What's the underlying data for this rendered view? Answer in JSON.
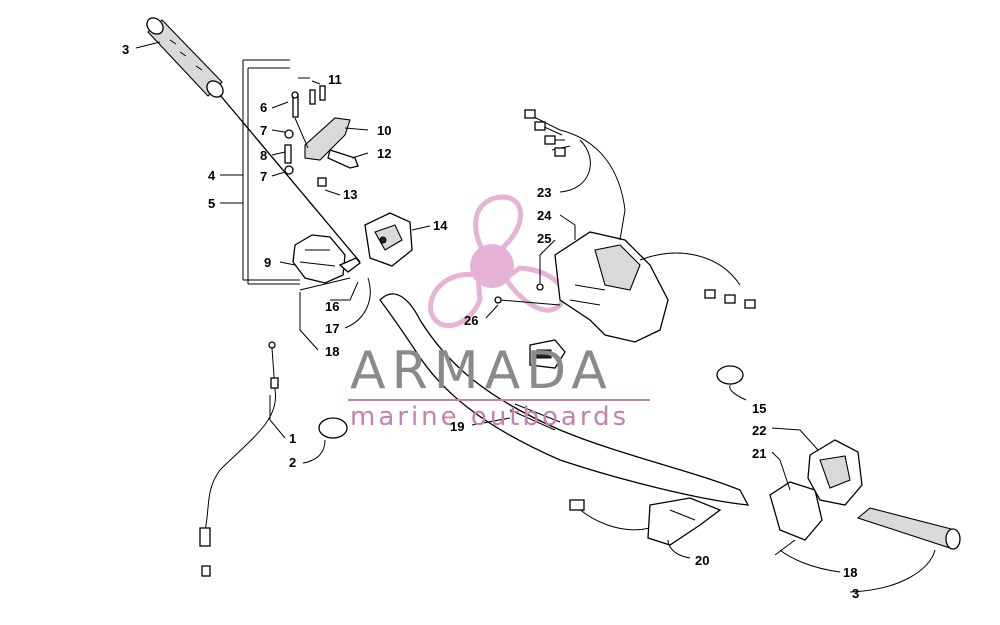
{
  "watermark": {
    "brand": "ARMADA",
    "tagline": "marine outboards",
    "logo_color": "#e2a6cf",
    "brand_color": "#8a8a8a",
    "tagline_color": "#c77fae"
  },
  "callouts": {
    "c3a": "3",
    "c11": "11",
    "c6": "6",
    "c10": "10",
    "c7a": "7",
    "c8": "8",
    "c12": "12",
    "c4": "4",
    "c7b": "7",
    "c13": "13",
    "c5": "5",
    "c23": "23",
    "c24": "24",
    "c14": "14",
    "c25": "25",
    "c9": "9",
    "c16": "16",
    "c26": "26",
    "c17": "17",
    "c18a": "18",
    "c15": "15",
    "c19": "19",
    "c22": "22",
    "c1": "1",
    "c2": "2",
    "c21": "21",
    "c20": "20",
    "c18b": "18",
    "c3b": "3"
  }
}
